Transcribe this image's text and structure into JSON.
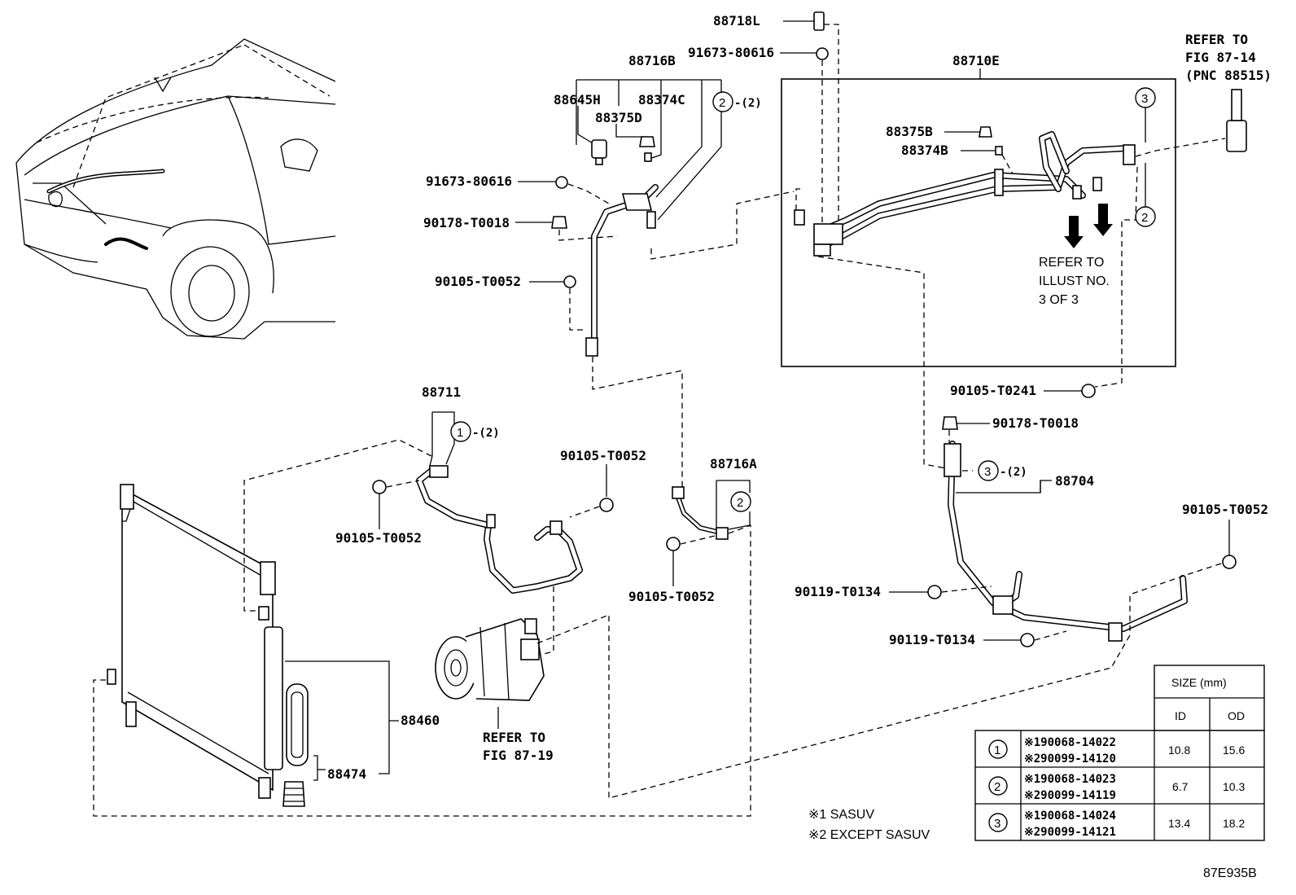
{
  "parts": {
    "p88718L": "88718L",
    "p91673_top": "91673-80616",
    "p88716B": "88716B",
    "p88645H": "88645H",
    "p88374C": "88374C",
    "p88375D": "88375D",
    "p91673_left": "91673-80616",
    "p90178_left": "90178-T0018",
    "p90105_left": "90105-T0052",
    "p88710E": "88710E",
    "p88375B": "88375B",
    "p88374B": "88374B",
    "p88711": "88711",
    "p90105_mid": "90105-T0052",
    "p90105_hose": "90105-T0052",
    "p88716A": "88716A",
    "p90105_716a": "90105-T0052",
    "p90105_T0241": "90105-T0241",
    "p90178_right": "90178-T0018",
    "p88704": "88704",
    "p90105_far": "90105-T0052",
    "p90119_a": "90119-T0134",
    "p90119_b": "90119-T0134",
    "p88460": "88460",
    "p88474": "88474"
  },
  "refs": {
    "fig8714_l1": "REFER TO",
    "fig8714_l2": "FIG 87-14",
    "fig8714_l3": "(PNC 88515)",
    "illust_l1": "REFER TO",
    "illust_l2": "ILLUST NO.",
    "illust_l3": "3 OF 3",
    "fig8719_l1": "REFER TO",
    "fig8719_l2": "FIG 87-19"
  },
  "callouts": {
    "c1": "1",
    "c2": "2",
    "c3": "3",
    "qty2": "-(2)"
  },
  "size_table": {
    "header": "SIZE (mm)",
    "col_id": "ID",
    "col_od": "OD",
    "rows": [
      {
        "ref": "1",
        "pn1": "※190068-14022",
        "pn2": "※290099-14120",
        "id": "10.8",
        "od": "15.6"
      },
      {
        "ref": "2",
        "pn1": "※190068-14023",
        "pn2": "※290099-14119",
        "id": "6.7",
        "od": "10.3"
      },
      {
        "ref": "3",
        "pn1": "※190068-14024",
        "pn2": "※290099-14121",
        "id": "13.4",
        "od": "18.2"
      }
    ]
  },
  "notes": {
    "n1": "※1 SASUV",
    "n2": "※2 EXCEPT SASUV"
  },
  "figure_code": "87E935B"
}
